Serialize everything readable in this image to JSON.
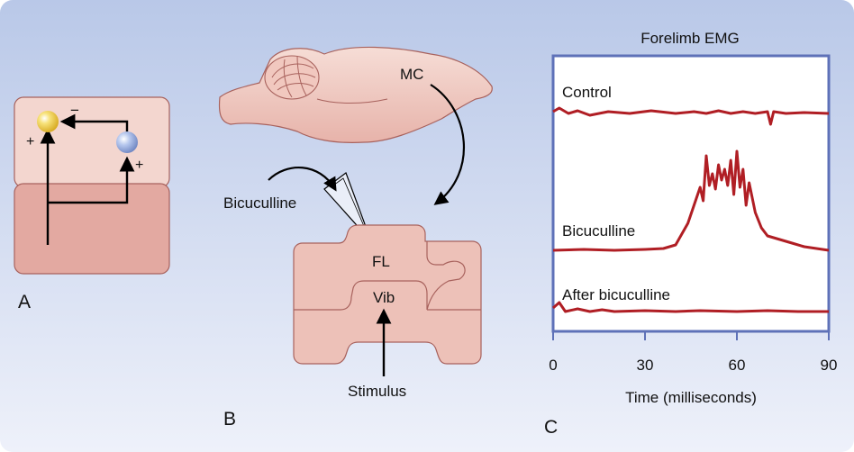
{
  "colors": {
    "background_top": "#b9c8e8",
    "background_bottom": "#eef1fa",
    "tissue_fill": "#e9b7ae",
    "tissue_stroke": "#a8625d",
    "tissue_light": "#f3d6cf",
    "trace": "#b01e24",
    "plot_frame": "#5e71b8",
    "excitatory_neuron": "#f2d55c",
    "inhibitory_neuron": "#a9bde6"
  },
  "panel_a": {
    "label": "A",
    "sign_minus": "−",
    "sign_plus_left": "+",
    "sign_plus_right": "+"
  },
  "panel_b": {
    "label": "B",
    "mc_label": "MC",
    "drug_label": "Bicuculline",
    "fl_label": "FL",
    "vib_label": "Vib",
    "stimulus_label": "Stimulus"
  },
  "panel_c": {
    "label": "C",
    "title": "Forelimb EMG",
    "xlabel": "Time (milliseconds)",
    "xticks": [
      "0",
      "30",
      "60",
      "90"
    ]
  },
  "chart_data": {
    "type": "line",
    "title": "Forelimb EMG",
    "xlabel": "Time (milliseconds)",
    "ylabel": "",
    "xlim": [
      0,
      90
    ],
    "xticks": [
      0,
      30,
      60,
      90
    ],
    "series": [
      {
        "name": "Control",
        "x": [
          0,
          2,
          5,
          8,
          12,
          18,
          25,
          32,
          40,
          46,
          50,
          54,
          58,
          62,
          66,
          70,
          71,
          72,
          76,
          82,
          90
        ],
        "values": [
          0.02,
          0.06,
          0.0,
          0.03,
          -0.02,
          0.02,
          0.0,
          0.03,
          0.0,
          0.02,
          0.0,
          0.03,
          0.0,
          0.02,
          0.0,
          0.02,
          -0.12,
          0.02,
          0.0,
          0.01,
          0.0
        ]
      },
      {
        "name": "Bicuculline",
        "x": [
          0,
          10,
          20,
          30,
          36,
          40,
          44,
          46,
          48,
          49,
          50,
          51,
          52,
          53,
          54,
          55,
          56,
          57,
          58,
          59,
          60,
          61,
          62,
          63,
          64,
          66,
          68,
          70,
          74,
          78,
          82,
          86,
          90
        ],
        "values": [
          0.0,
          0.01,
          0.0,
          0.01,
          0.02,
          0.06,
          0.3,
          0.5,
          0.7,
          0.55,
          1.05,
          0.72,
          0.85,
          0.68,
          0.95,
          0.78,
          0.9,
          0.72,
          1.0,
          0.62,
          1.1,
          0.7,
          0.9,
          0.5,
          0.75,
          0.42,
          0.25,
          0.16,
          0.12,
          0.08,
          0.04,
          0.02,
          0.0
        ]
      },
      {
        "name": "After bicuculline",
        "x": [
          0,
          2,
          4,
          8,
          12,
          16,
          20,
          30,
          40,
          48,
          60,
          70,
          80,
          90
        ],
        "values": [
          0.04,
          0.1,
          0.0,
          0.03,
          0.0,
          0.02,
          0.0,
          0.01,
          0.0,
          0.01,
          0.0,
          0.01,
          0.0,
          0.0
        ]
      }
    ]
  }
}
